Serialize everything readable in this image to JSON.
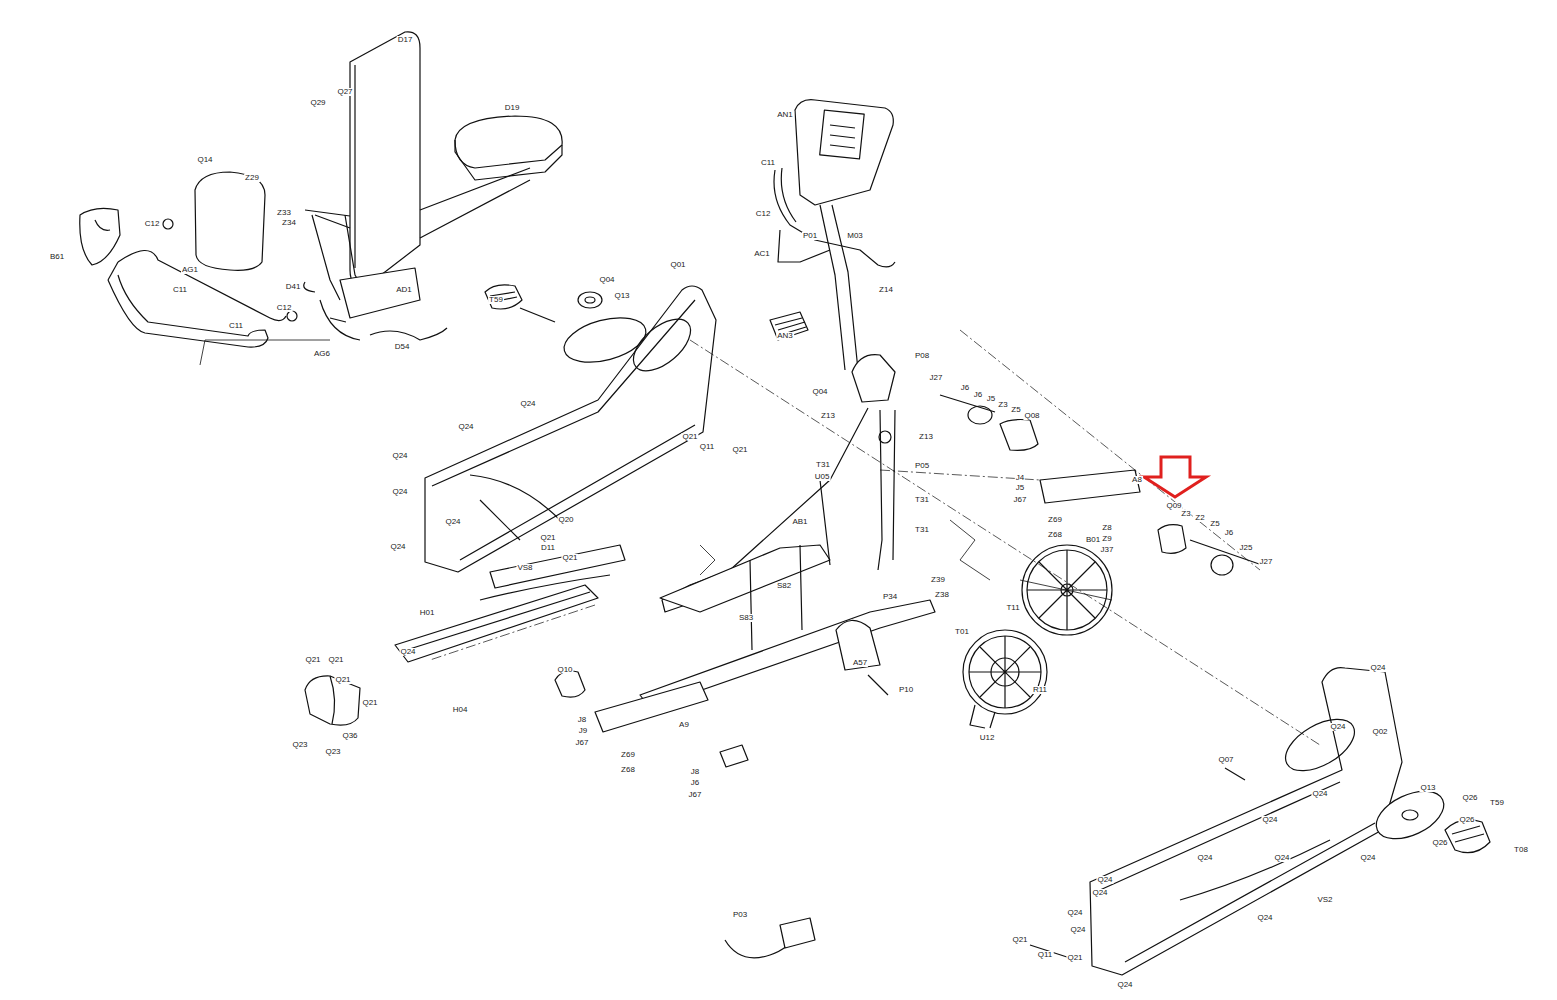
{
  "diagram": {
    "labels": [
      "D17",
      "D19",
      "Q27",
      "Q29",
      "Q14",
      "Z29",
      "Z33",
      "Z34",
      "B61",
      "C12",
      "AG1",
      "C11",
      "D41",
      "AD1",
      "C12",
      "C11",
      "AG6",
      "D54",
      "T59",
      "Q04",
      "Q13",
      "Q01",
      "Q24",
      "Q24",
      "Q24",
      "Q21",
      "Q11",
      "Q21",
      "Q24",
      "Q24",
      "Q24",
      "Q20",
      "Q21",
      "D11",
      "Q21",
      "AN1",
      "C11",
      "C12",
      "P01",
      "M03",
      "AC1",
      "Z14",
      "AN3",
      "Q04",
      "P08",
      "Z13",
      "Z13",
      "T31",
      "U05",
      "P05",
      "T31",
      "T31",
      "AB1",
      "S82",
      "S83",
      "Z39",
      "Z38",
      "P34",
      "A57",
      "P10",
      "J27",
      "J6",
      "J6",
      "J5",
      "Z3",
      "Z5",
      "Q08",
      "J4",
      "J5",
      "J67",
      "Z69",
      "Z68",
      "A8",
      "Q09",
      "Z3",
      "Z2",
      "Z5",
      "J6",
      "J25",
      "J27",
      "Z8",
      "Z9",
      "J37",
      "B01",
      "T11",
      "T01",
      "R11",
      "U12",
      "VS8",
      "H01",
      "Q24",
      "Q21",
      "Q21",
      "Q21",
      "Q21",
      "Q36",
      "Q23",
      "Q23",
      "H04",
      "Q10",
      "J8",
      "J9",
      "J67",
      "A9",
      "Z69",
      "Z68",
      "J8",
      "J6",
      "J67",
      "P03",
      "Q24",
      "Q24",
      "Q02",
      "Q07",
      "Q24",
      "Q24",
      "Q13",
      "Q26",
      "T59",
      "Q26",
      "Q26",
      "T08",
      "Q24",
      "Q24",
      "Q24",
      "Q24",
      "Q24",
      "Q24",
      "Q24",
      "Q21",
      "Q11",
      "Q21",
      "Q24",
      "VS2",
      "Q24"
    ]
  }
}
